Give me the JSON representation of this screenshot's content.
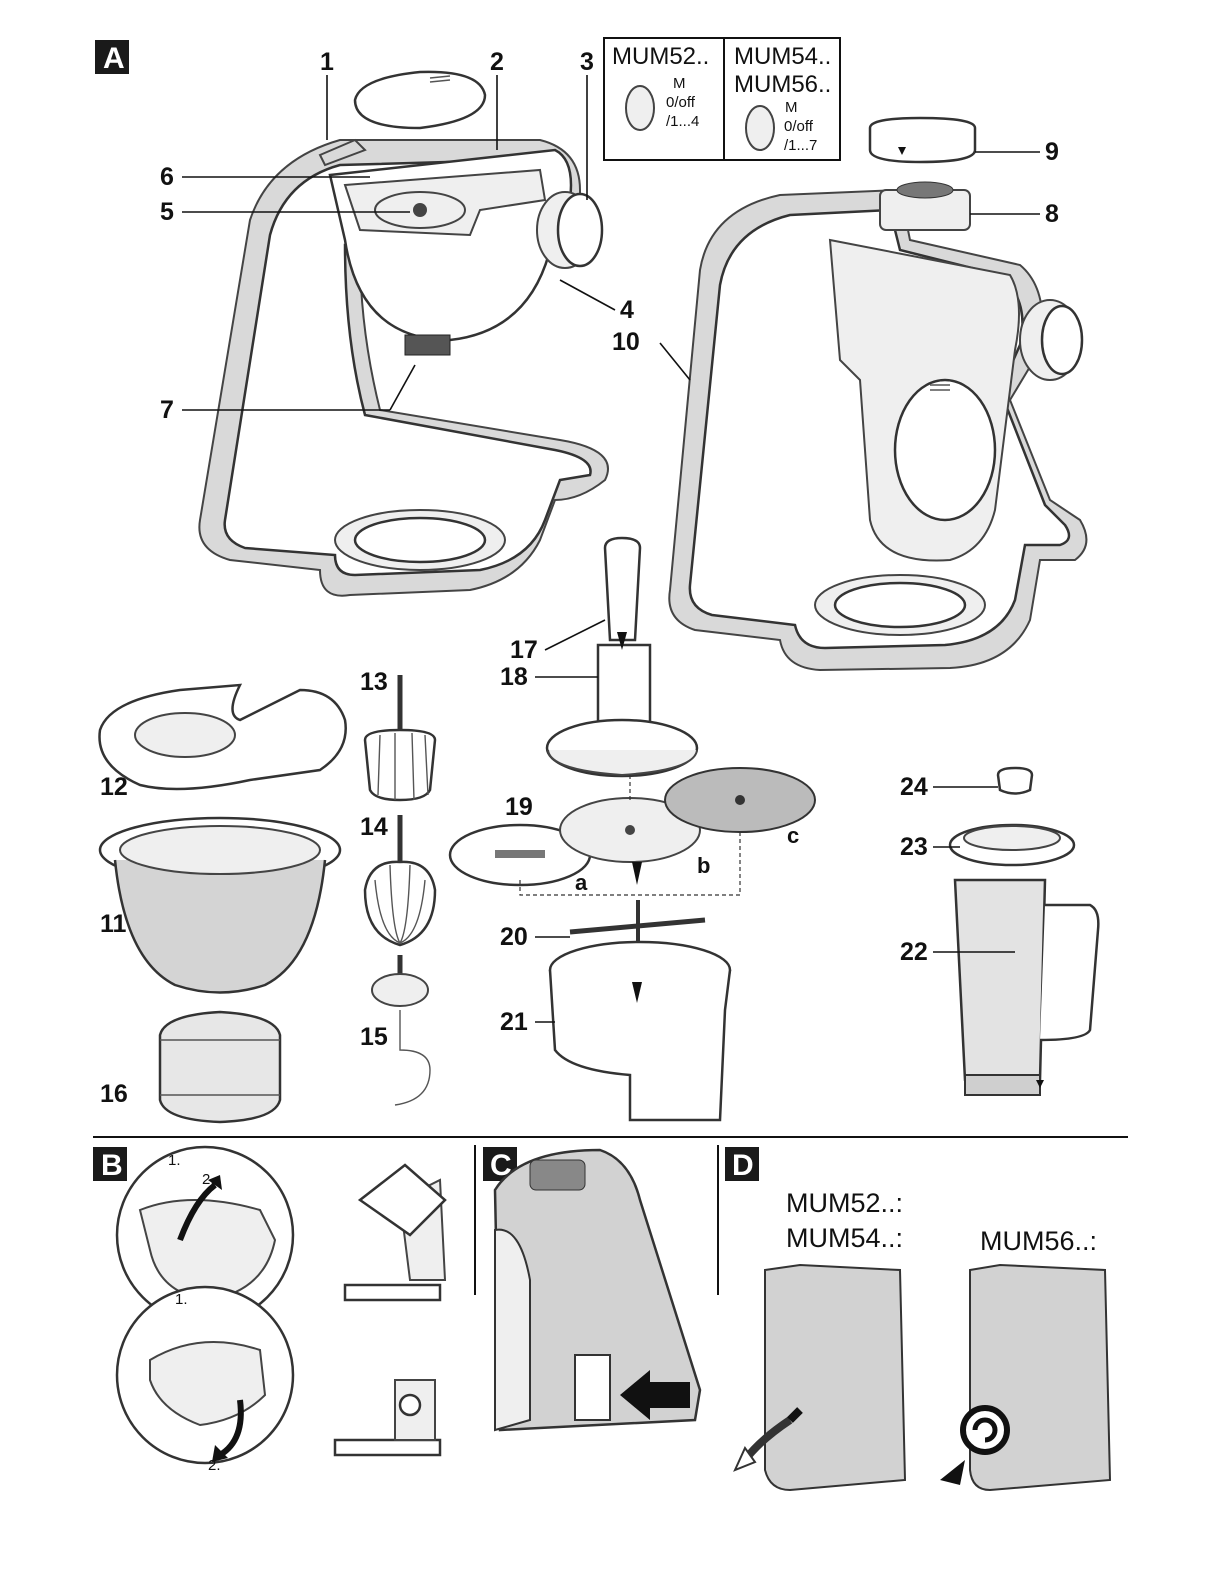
{
  "sections": {
    "A": "A",
    "B": "B",
    "C": "C",
    "D": "D"
  },
  "part_numbers": [
    "1",
    "2",
    "3",
    "4",
    "5",
    "6",
    "7",
    "8",
    "9",
    "10",
    "11",
    "12",
    "13",
    "14",
    "15",
    "16",
    "17",
    "18",
    "19",
    "20",
    "21",
    "22",
    "23",
    "24"
  ],
  "disc_letters": [
    "a",
    "b",
    "c"
  ],
  "dial_box": {
    "left_model": "MUM52..",
    "left_lines": [
      "M",
      "0/off",
      "/1...4"
    ],
    "right_models": [
      "MUM54..",
      "MUM56.."
    ],
    "right_lines": [
      "M",
      "0/off",
      "/1...7"
    ]
  },
  "step_labels": [
    "1.",
    "2.",
    "1.",
    "2."
  ],
  "section_d": {
    "left_models": [
      "MUM52..:",
      "MUM54..:"
    ],
    "right_model": "MUM56..:"
  },
  "colors": {
    "section_badge": "#1a1a1a",
    "body_gray": "#d9d9d9",
    "outline": "#333333",
    "arrow": "#111111"
  }
}
